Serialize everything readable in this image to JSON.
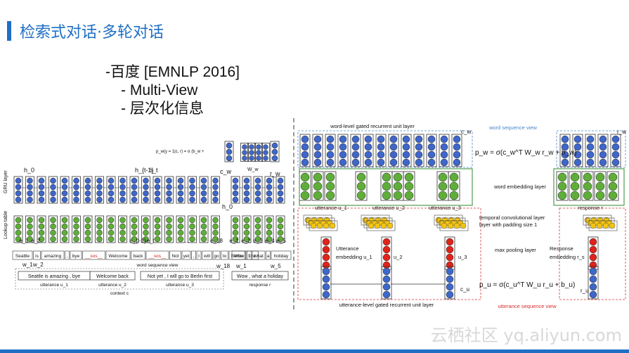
{
  "slide": {
    "title": "检索式对话·多轮对话",
    "bullets": [
      "-百度 [EMNLP 2016]",
      "- Multi-View",
      "- 层次化信息"
    ]
  },
  "left_figure": {
    "formula": "p_w(y = 1|c, r) = σ (b_w +",
    "weight_label": "W_w",
    "cw_label": "c_w",
    "rw_label": "r_w",
    "h_labels": [
      "h_0",
      "h_{t-1}",
      "h_t",
      "h_0"
    ],
    "gru_label": "GRU layer",
    "lookup_label": "Lookup table",
    "e_labels": [
      "e_1",
      "e_2",
      "...",
      "e_{t-1}",
      "e_t",
      "...",
      "e_18",
      "e_1",
      "e_2",
      "e_3",
      "e_4",
      "e_5"
    ],
    "tokens": [
      "Seattle",
      "is",
      "amazing",
      ",",
      "bye",
      "__sos__",
      "Welcome",
      "back",
      "__sos__",
      "Not",
      "yet",
      ",",
      "I",
      "will",
      "go",
      "to",
      "Berlin",
      "first"
    ],
    "response_tokens": [
      "Wow",
      ",",
      "what",
      "a",
      "holiday"
    ],
    "word_seq_view": "word sequence view",
    "w_labels": [
      "w_1",
      "w_2",
      "w_18",
      "w_1",
      "w_5"
    ],
    "utterances": [
      {
        "text": "Seattle is amazing , bye",
        "label": "utterance u_1"
      },
      {
        "text": "Welcome back",
        "label": "utterance u_2"
      },
      {
        "text": "Not yet , I will go to Berlin first",
        "label": "utterance u_3"
      }
    ],
    "context_label": "context c",
    "response_text": "Wow , what a holiday",
    "response_label": "response r"
  },
  "right_figure": {
    "word_gru_label": "word-level gated recurrent unit layer",
    "word_seq_view": "word sequence view",
    "cw_label": "c_w",
    "rw_label": "r_w",
    "pw_formula": "p_w = σ(c_w^T W_w r_w + b_w)",
    "word_emb_label": "word embedding layer",
    "utterance_labels": [
      "utterance u_1",
      "utterance u_2",
      "utterance u_3"
    ],
    "response_label": "response r",
    "conv_label": "temporal convolutional layer with padding size 1",
    "pool_label": "max pooling layer",
    "utt_emb_label": "Utterance embedding",
    "resp_emb_label": "Response embedding",
    "u_labels": [
      "u_1",
      "u_2",
      "u_3",
      "r_s"
    ],
    "pu_formula": "p_u = σ(c_u^T W_u r_u + b_u)",
    "cu_label": "c_u",
    "ru_label": "r_u",
    "utt_gru_label": "utterance-level gated recurrent unit layer",
    "utt_seq_view": "utterance sequence view",
    "colors": {
      "blue": "#3f67c9",
      "green": "#5fae3a",
      "yellow": "#f2c413",
      "red": "#e0241b",
      "view_blue": "#4a86c8",
      "view_red": "#d93030"
    }
  },
  "watermark": "云栖社区 yq.aliyun.com"
}
